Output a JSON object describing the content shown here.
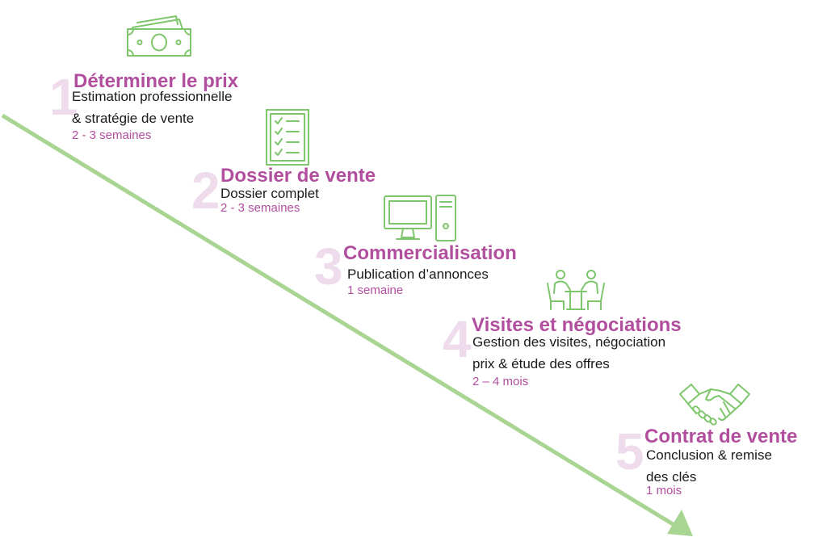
{
  "colors": {
    "arrow": "#a9d592",
    "icon_stroke": "#7ec66c",
    "title": "#b14e9e",
    "number": "#eedced",
    "text": "#1a1a1a"
  },
  "steps": [
    {
      "number": "1",
      "title": "Déterminer le prix",
      "description_lines": [
        "Estimation professionnelle",
        "& stratégie de vente"
      ],
      "duration": "2 - 3 semaines",
      "icon": "money-bills-icon"
    },
    {
      "number": "2",
      "title": "Dossier de vente",
      "description_lines": [
        "Dossier complet"
      ],
      "duration": "2 - 3 semaines",
      "icon": "checklist-icon"
    },
    {
      "number": "3",
      "title": "Commercialisation",
      "description_lines": [
        "Publication d’annonces"
      ],
      "duration": "1 semaine",
      "icon": "computer-icon"
    },
    {
      "number": "4",
      "title": "Visites et négociations",
      "description_lines": [
        "Gestion des visites, négociation",
        "prix & étude des offres"
      ],
      "duration": "2 – 4 mois",
      "icon": "meeting-table-icon"
    },
    {
      "number": "5",
      "title": "Contrat de vente",
      "description_lines": [
        "Conclusion & remise",
        "des clés"
      ],
      "duration": "1 mois",
      "icon": "handshake-icon"
    }
  ]
}
